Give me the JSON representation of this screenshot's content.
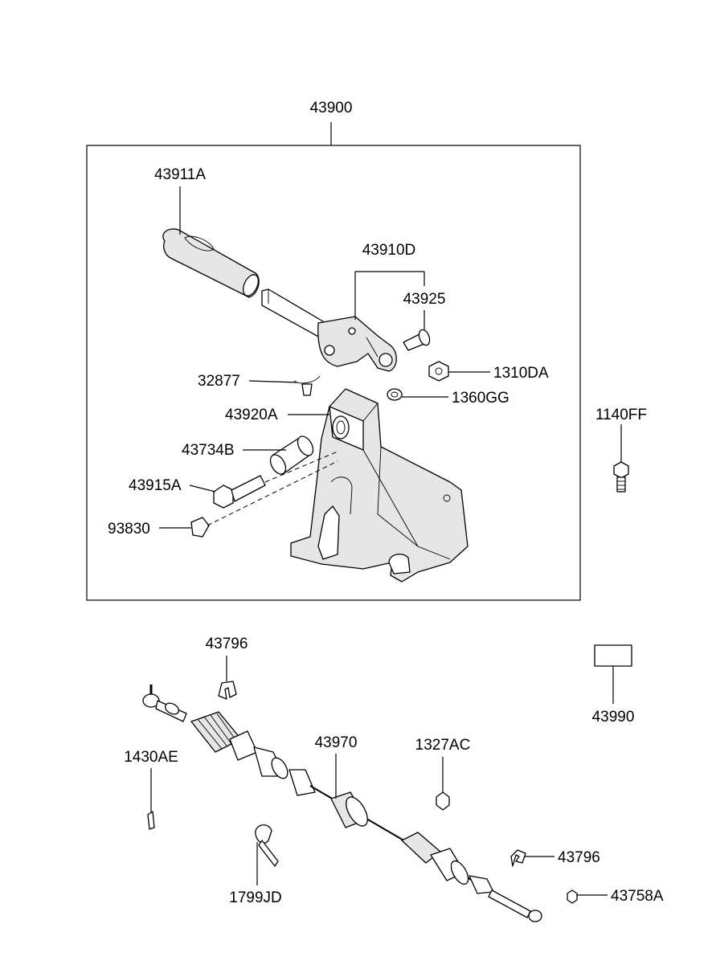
{
  "labels": {
    "assembly": "43900",
    "knob": "43911A",
    "lever_assy": "43910D",
    "pin": "43925",
    "nut": "1310DA",
    "washer": "1360GG",
    "spring": "32877",
    "bracket": "43920A",
    "bushing": "43734B",
    "bolt": "43915A",
    "clip_93830": "93830",
    "bolt_1140FF": "1140FF",
    "clip_top": "43796",
    "box_part": "43990",
    "cable": "43970",
    "nut_1327AC": "1327AC",
    "pin_1430AE": "1430AE",
    "clamp": "1799JD",
    "clip_bottom": "43796",
    "nut_43758A": "43758A"
  }
}
